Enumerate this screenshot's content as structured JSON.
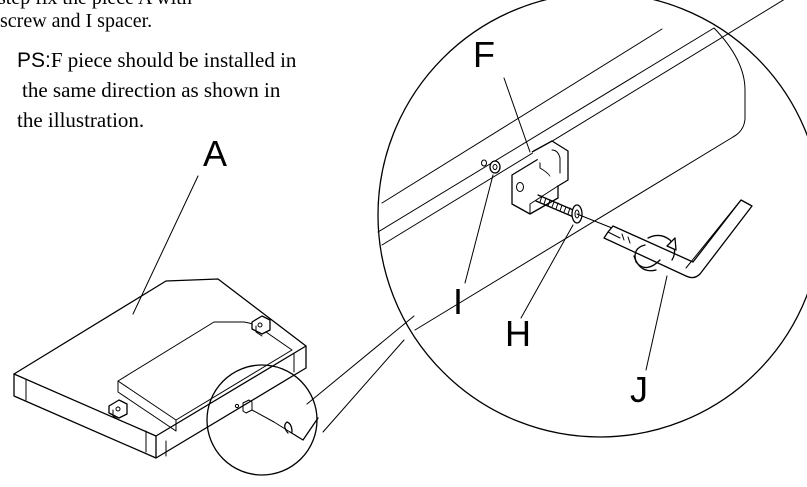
{
  "instructions": {
    "intro_line_top": "step fix the piece A with",
    "intro_line_2": "screw and I spacer.",
    "note_prefix": "PS:",
    "note_line_1": "F piece should be installed in",
    "note_line_2": "the same direction as shown in",
    "note_line_3": "the illustration."
  },
  "labels": {
    "a": "A",
    "f": "F",
    "h": "H",
    "i": "I",
    "j": "J"
  },
  "colors": {
    "line": "#000000",
    "background": "#ffffff"
  }
}
